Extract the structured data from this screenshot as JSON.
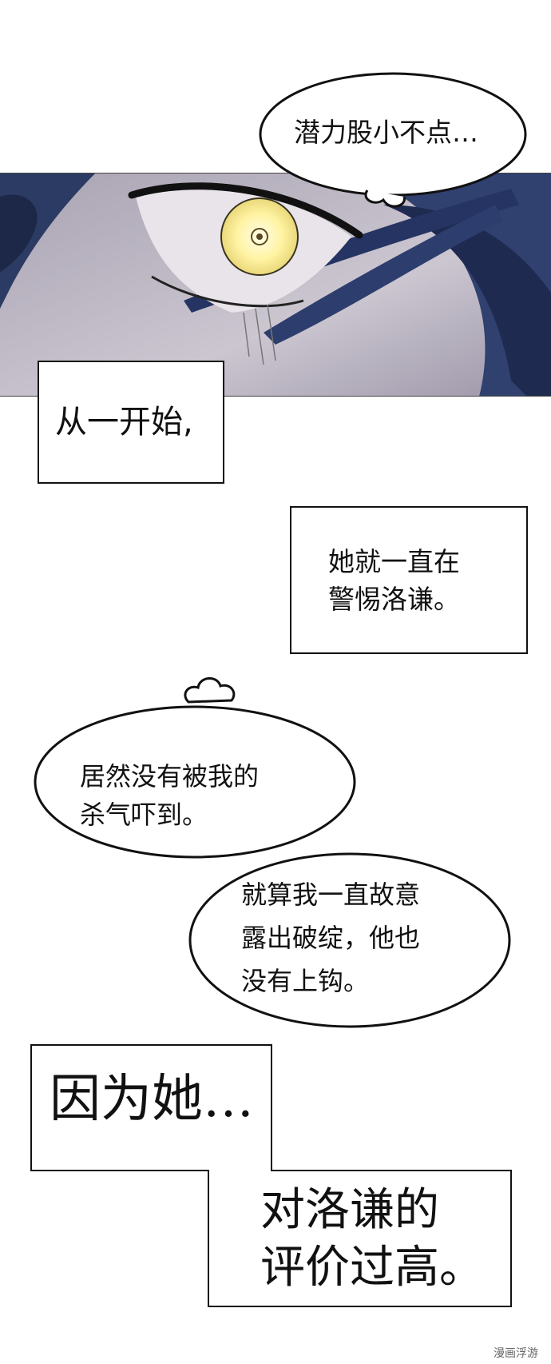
{
  "bubbles": {
    "top": "潜力股小不点…",
    "middle": "居然没有被我的\n杀气吓到。",
    "lower": "就算我一直故意\n露出破绽，他也\n没有上钩。"
  },
  "narration": {
    "box1": "从一开始,",
    "box2": "她就一直在\n警惕洛谦。",
    "big_line1": "因为她…",
    "big_line2": "对洛谦的\n评价过高。"
  },
  "watermark": "漫画浮游",
  "colors": {
    "eye_glow": "#fff6b0",
    "hair": "#2a3a66",
    "skin": "#b9b4bf"
  }
}
